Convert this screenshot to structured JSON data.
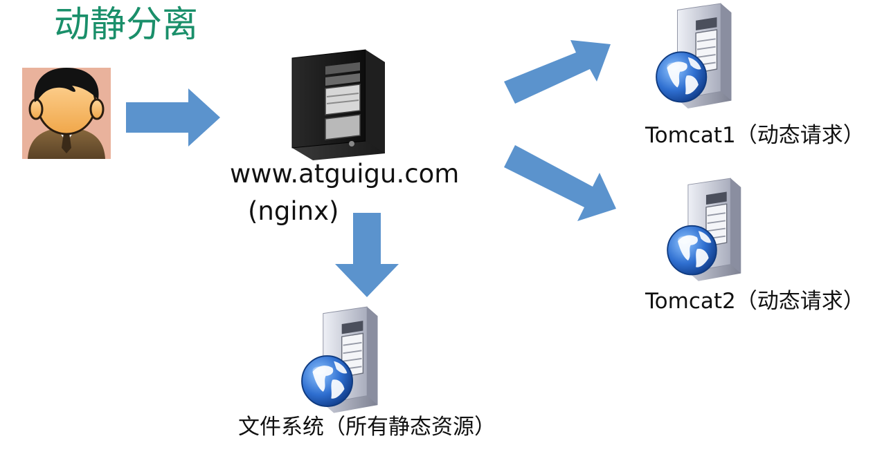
{
  "title": "动静分离",
  "nodes": {
    "proxy_host": "www.atguigu.com",
    "proxy_type": "(nginx)",
    "tomcat1": "Tomcat1（动态请求）",
    "tomcat2": "Tomcat2（动态请求）",
    "filesystem": "文件系统（所有静态资源）"
  },
  "colors": {
    "title": "#1a8f6a",
    "arrow": "#5b93cd"
  },
  "icons": {
    "user": "user-avatar-icon",
    "proxy": "black-server-tower-icon",
    "web_server": "globe-server-icon"
  }
}
